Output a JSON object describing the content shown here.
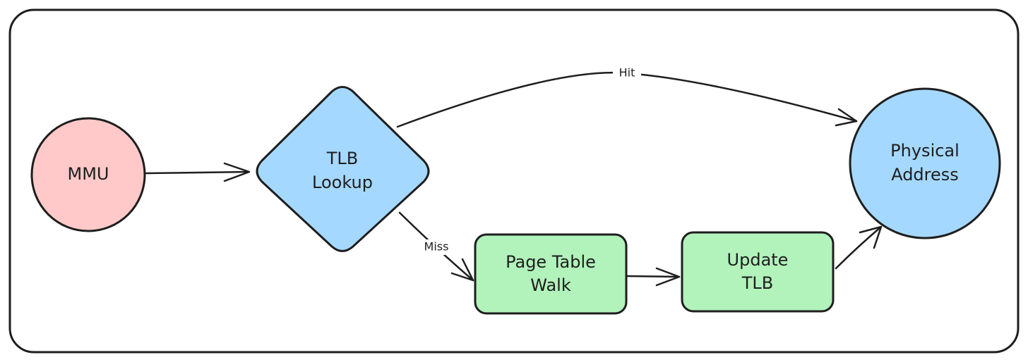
{
  "colors": {
    "stroke": "#1e1e1e",
    "mmu_fill": "#ffc9c9",
    "blue_fill": "#a5d8ff",
    "green_fill": "#b2f2bb",
    "background": "#ffffff"
  },
  "nodes": {
    "mmu": {
      "label": "MMU"
    },
    "tlb_lookup": {
      "line1": "TLB",
      "line2": "Lookup"
    },
    "physical_address": {
      "line1": "Physical",
      "line2": "Address"
    },
    "page_table_walk": {
      "line1": "Page Table",
      "line2": "Walk"
    },
    "update_tlb": {
      "line1": "Update",
      "line2": "TLB"
    }
  },
  "edges": {
    "hit_label": "Hit",
    "miss_label": "Miss"
  }
}
